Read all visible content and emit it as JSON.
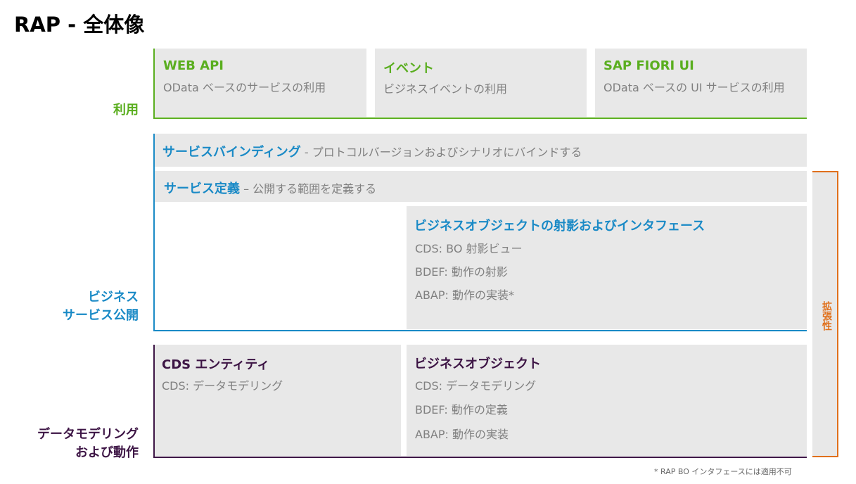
{
  "title": "RAP - 全体像",
  "consumption": {
    "label": "利用",
    "boxes": [
      {
        "title": "WEB API",
        "desc": "OData ベースのサービスの利用"
      },
      {
        "title": "イベント",
        "desc": "ビジネスイベントの利用"
      },
      {
        "title": "SAP FIORI UI",
        "desc": "OData ベースの UI サービスの利用"
      }
    ]
  },
  "exposure": {
    "label_line1": "ビジネス",
    "label_line2": "サービス公開",
    "binding": {
      "title": "サービスバインディング",
      "desc": " - プロトコルバージョンおよびシナリオにバインドする"
    },
    "definition": {
      "title": "サービス定義",
      "desc": " – 公開する範囲を定義する"
    },
    "projection": {
      "title": "ビジネスオブジェクトの射影およびインタフェース",
      "items": [
        "CDS: BO 射影ビュー",
        "BDEF: 動作の射影",
        "ABAP: 動作の実装*"
      ]
    }
  },
  "modeling": {
    "label_line1": "データモデリング",
    "label_line2": "および動作",
    "cds": {
      "title": "CDS エンティティ",
      "desc": "CDS: データモデリング"
    },
    "bo": {
      "title": "ビジネスオブジェクト",
      "items": [
        "CDS: データモデリング",
        "BDEF: 動作の定義",
        "ABAP: 動作の実装"
      ]
    }
  },
  "extensibility": {
    "label": "拡張性"
  },
  "footnote": "* RAP BO インタフェースには適用不可",
  "colors": {
    "consumption": "#5aae1f",
    "exposure": "#1a8ac6",
    "modeling": "#3d1545",
    "extensibility": "#e0701c",
    "box_bg": "#e8e8e8"
  }
}
